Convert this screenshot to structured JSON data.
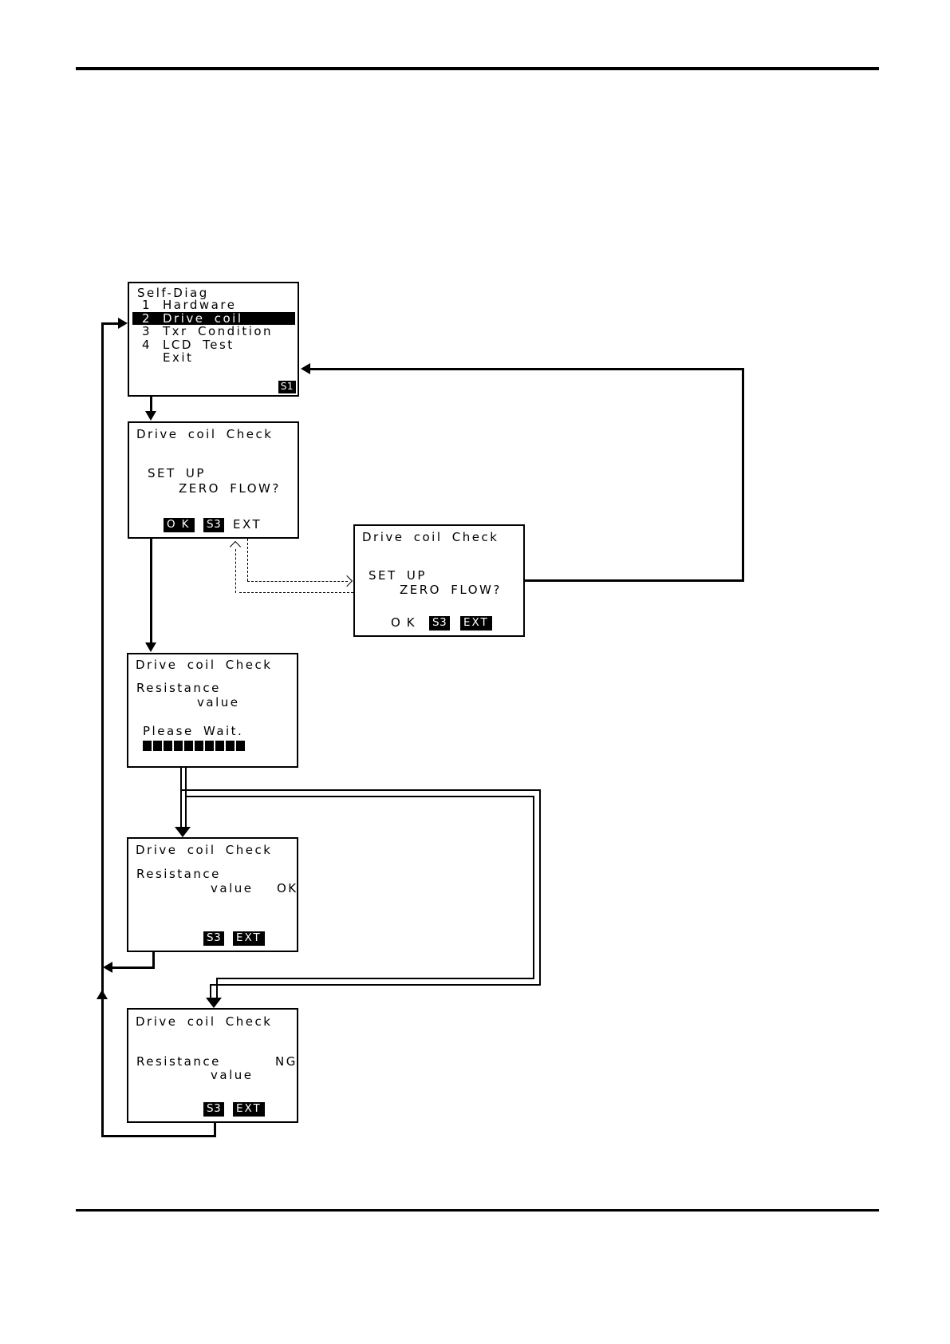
{
  "colors": {
    "ink": "#000000",
    "paper": "#ffffff",
    "invert_bg": "#000000",
    "invert_text": "#ffffff"
  },
  "screens": {
    "self_diag": {
      "title": "Self-Diag",
      "items": [
        {
          "num": "1",
          "label": "Hardware"
        },
        {
          "num": "2",
          "label": "Drive coil"
        },
        {
          "num": "3",
          "label": "Txr Condition"
        },
        {
          "num": "4",
          "label": "LCD Test"
        },
        {
          "num": "",
          "label": "Exit"
        }
      ],
      "softkey_badge": "S1"
    },
    "setup_left": {
      "title": "Drive coil Check",
      "prompt_line1": "SET UP",
      "prompt_line2": "ZERO FLOW?",
      "softkeys": {
        "ok": "OK",
        "s3": "S3",
        "ext": "EXT"
      }
    },
    "setup_right": {
      "title": "Drive coil Check",
      "prompt_line1": "SET UP",
      "prompt_line2": "ZERO FLOW?",
      "softkeys": {
        "ok": "OK",
        "s3": "S3",
        "ext": "EXT"
      }
    },
    "wait": {
      "title": "Drive coil Check",
      "line1": "Resistance",
      "line2": "value",
      "status": "Please Wait.",
      "progress_blocks": 10
    },
    "result_ok": {
      "title": "Drive coil Check",
      "line1": "Resistance",
      "line2": "value",
      "result": "OK",
      "softkeys": {
        "s3": "S3",
        "ext": "EXT"
      }
    },
    "result_ng": {
      "title": "Drive coil Check",
      "line1": "Resistance",
      "line2": "value",
      "result": "NG",
      "softkeys": {
        "s3": "S3",
        "ext": "EXT"
      }
    }
  }
}
